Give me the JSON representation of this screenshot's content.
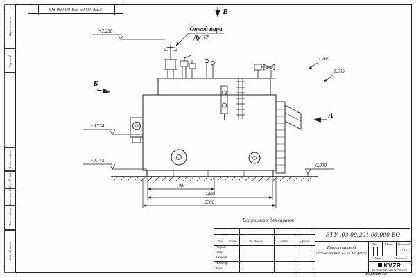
{
  "page": {
    "note": "Все размеры для справок",
    "format_label": "Формат А3"
  },
  "stamp": {
    "doc_number": "ЕТУ .03.09.201.00.000  ВО"
  },
  "margin_labels": {
    "perv_primen": "Перв. примен.",
    "sprav_no": "Справ. №",
    "podp_data_1": "Подп. и дата",
    "inv_dubl": "Инв. № дубл.",
    "vzam_inv": "Взам. инв. №",
    "podp_data_2": "Подп. и дата",
    "inv_podl": "Инв. № подл."
  },
  "drawing": {
    "view_a": "А",
    "view_b": "Б",
    "view_v": "В",
    "steam_label_line1": "Отвод пара",
    "steam_label_line2": "Ду 32",
    "elev_top": "+2,230",
    "elev_mid": "+0,734",
    "elev_low": "+0,142",
    "elev_zero": "0,000",
    "dim_right_1": "1,760",
    "dim_right_2": "1,505",
    "dim_len_1": "780",
    "dim_len_2": "2400",
    "dim_len_3": "2700"
  },
  "title_block": {
    "doc_number": "ЕТУ .03.09.201.00.000  ВО",
    "product_name": "Котел паровой",
    "product_model": "STEAMEXPERT-Е-0,3-0,9-МВ-ДП(Ж)",
    "col_izm": "Изм.",
    "col_list": "Лист",
    "col_dok": "№ докум.",
    "col_podp": "Подп.",
    "col_data": "Дата",
    "role_razrab": "Разраб.",
    "role_prov": "Пров.",
    "role_tkontr": "Т.контр.",
    "role_nkontr": "Н.контр.",
    "role_utv": "Утв.",
    "lit_label": "Лит.",
    "mass_label": "Масса",
    "scale_label": "Масштаб",
    "scale_value": "1:15",
    "sheet_text": "Лист 1",
    "sheets_text": "Листов 2",
    "company": "KVZR",
    "company_sub": "КОТЕЛЬНЫЙ ЗАВОД РОССИИ"
  }
}
